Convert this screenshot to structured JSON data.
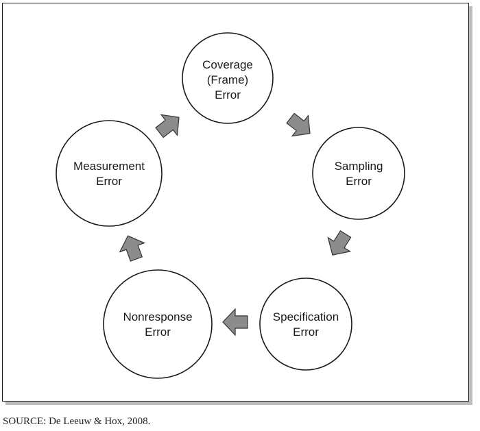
{
  "nodes": {
    "coverage": {
      "lines": [
        "Coverage",
        "(Frame)",
        "Error"
      ]
    },
    "sampling": {
      "lines": [
        "Sampling",
        "Error"
      ]
    },
    "specification": {
      "lines": [
        "Specification",
        "Error"
      ]
    },
    "nonresponse": {
      "lines": [
        "Nonresponse",
        "Error"
      ]
    },
    "measurement": {
      "lines": [
        "Measurement",
        "Error"
      ]
    }
  },
  "source": "SOURCE: De Leeuw & Hox, 2008.",
  "colors": {
    "arrow_fill": "#8c8c8c",
    "outline": "#1a1a1a",
    "frame_shadow": "#bdbdbd"
  },
  "icons": {
    "arrow": "block-arrow-icon"
  }
}
